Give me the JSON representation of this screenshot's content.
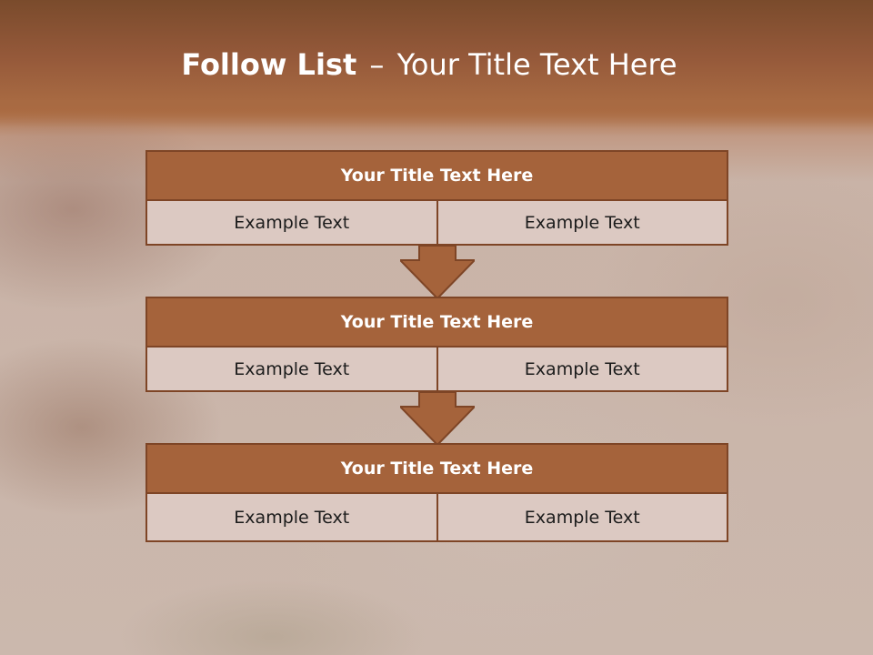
{
  "slide": {
    "title_bold": "Follow List",
    "title_sep": "–",
    "title_rest": "Your Title Text Here"
  },
  "blocks": [
    {
      "title": "Your Title Text Here",
      "left": "Example Text",
      "right": "Example Text"
    },
    {
      "title": "Your Title Text Here",
      "left": "Example Text",
      "right": "Example Text"
    },
    {
      "title": "Your Title Text Here",
      "left": "Example Text",
      "right": "Example Text"
    }
  ],
  "colors": {
    "header": "#a5633b",
    "border": "#7e4526",
    "cell": "#dcc9c2"
  },
  "icons": [
    "down-arrow-icon",
    "down-arrow-icon"
  ]
}
